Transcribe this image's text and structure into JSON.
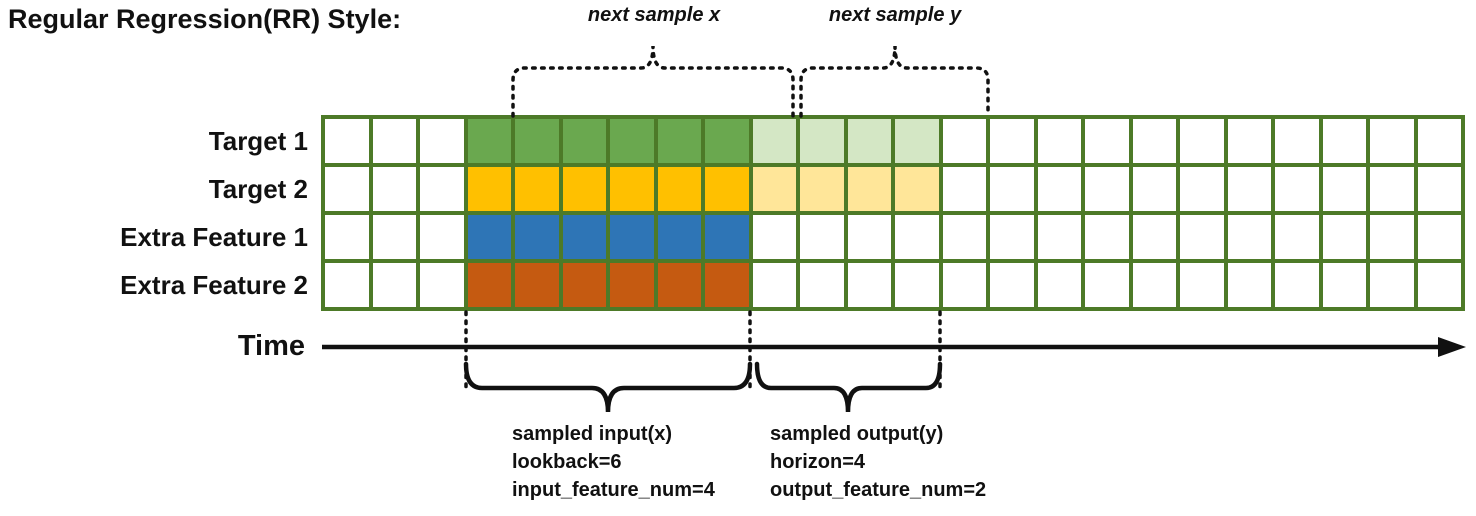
{
  "title": "Regular Regression(RR) Style:",
  "colors": {
    "grid_border": "#4d7a28",
    "cell_bg": "#ffffff",
    "target1_solid": "#6aa84f",
    "target1_light": "#d4e7c5",
    "target2_solid": "#ffc000",
    "target2_light": "#ffe699",
    "extra1_solid": "#2e75b6",
    "extra2_solid": "#c55a11",
    "annotation_line": "#111111"
  },
  "grid": {
    "num_columns": 24,
    "num_rows": 4,
    "rows": [
      {
        "label": "Target 1",
        "solid_range": [
          3,
          9
        ],
        "solid_color": "target1_solid",
        "light_range": [
          9,
          13
        ],
        "light_color": "target1_light"
      },
      {
        "label": "Target 2",
        "solid_range": [
          3,
          9
        ],
        "solid_color": "target2_solid",
        "light_range": [
          9,
          13
        ],
        "light_color": "target2_light"
      },
      {
        "label": "Extra Feature 1",
        "solid_range": [
          3,
          9
        ],
        "solid_color": "extra1_solid"
      },
      {
        "label": "Extra Feature 2",
        "solid_range": [
          3,
          9
        ],
        "solid_color": "extra2_solid"
      }
    ]
  },
  "annotations": {
    "next_sample_x": "next sample x",
    "next_sample_y": "next sample y",
    "time_label": "Time",
    "input": {
      "line1": "sampled input(x)",
      "line2": "lookback=6",
      "line3": "input_feature_num=4"
    },
    "output": {
      "line1": "sampled output(y)",
      "line2": "horizon=4",
      "line3": "output_feature_num=2"
    }
  }
}
